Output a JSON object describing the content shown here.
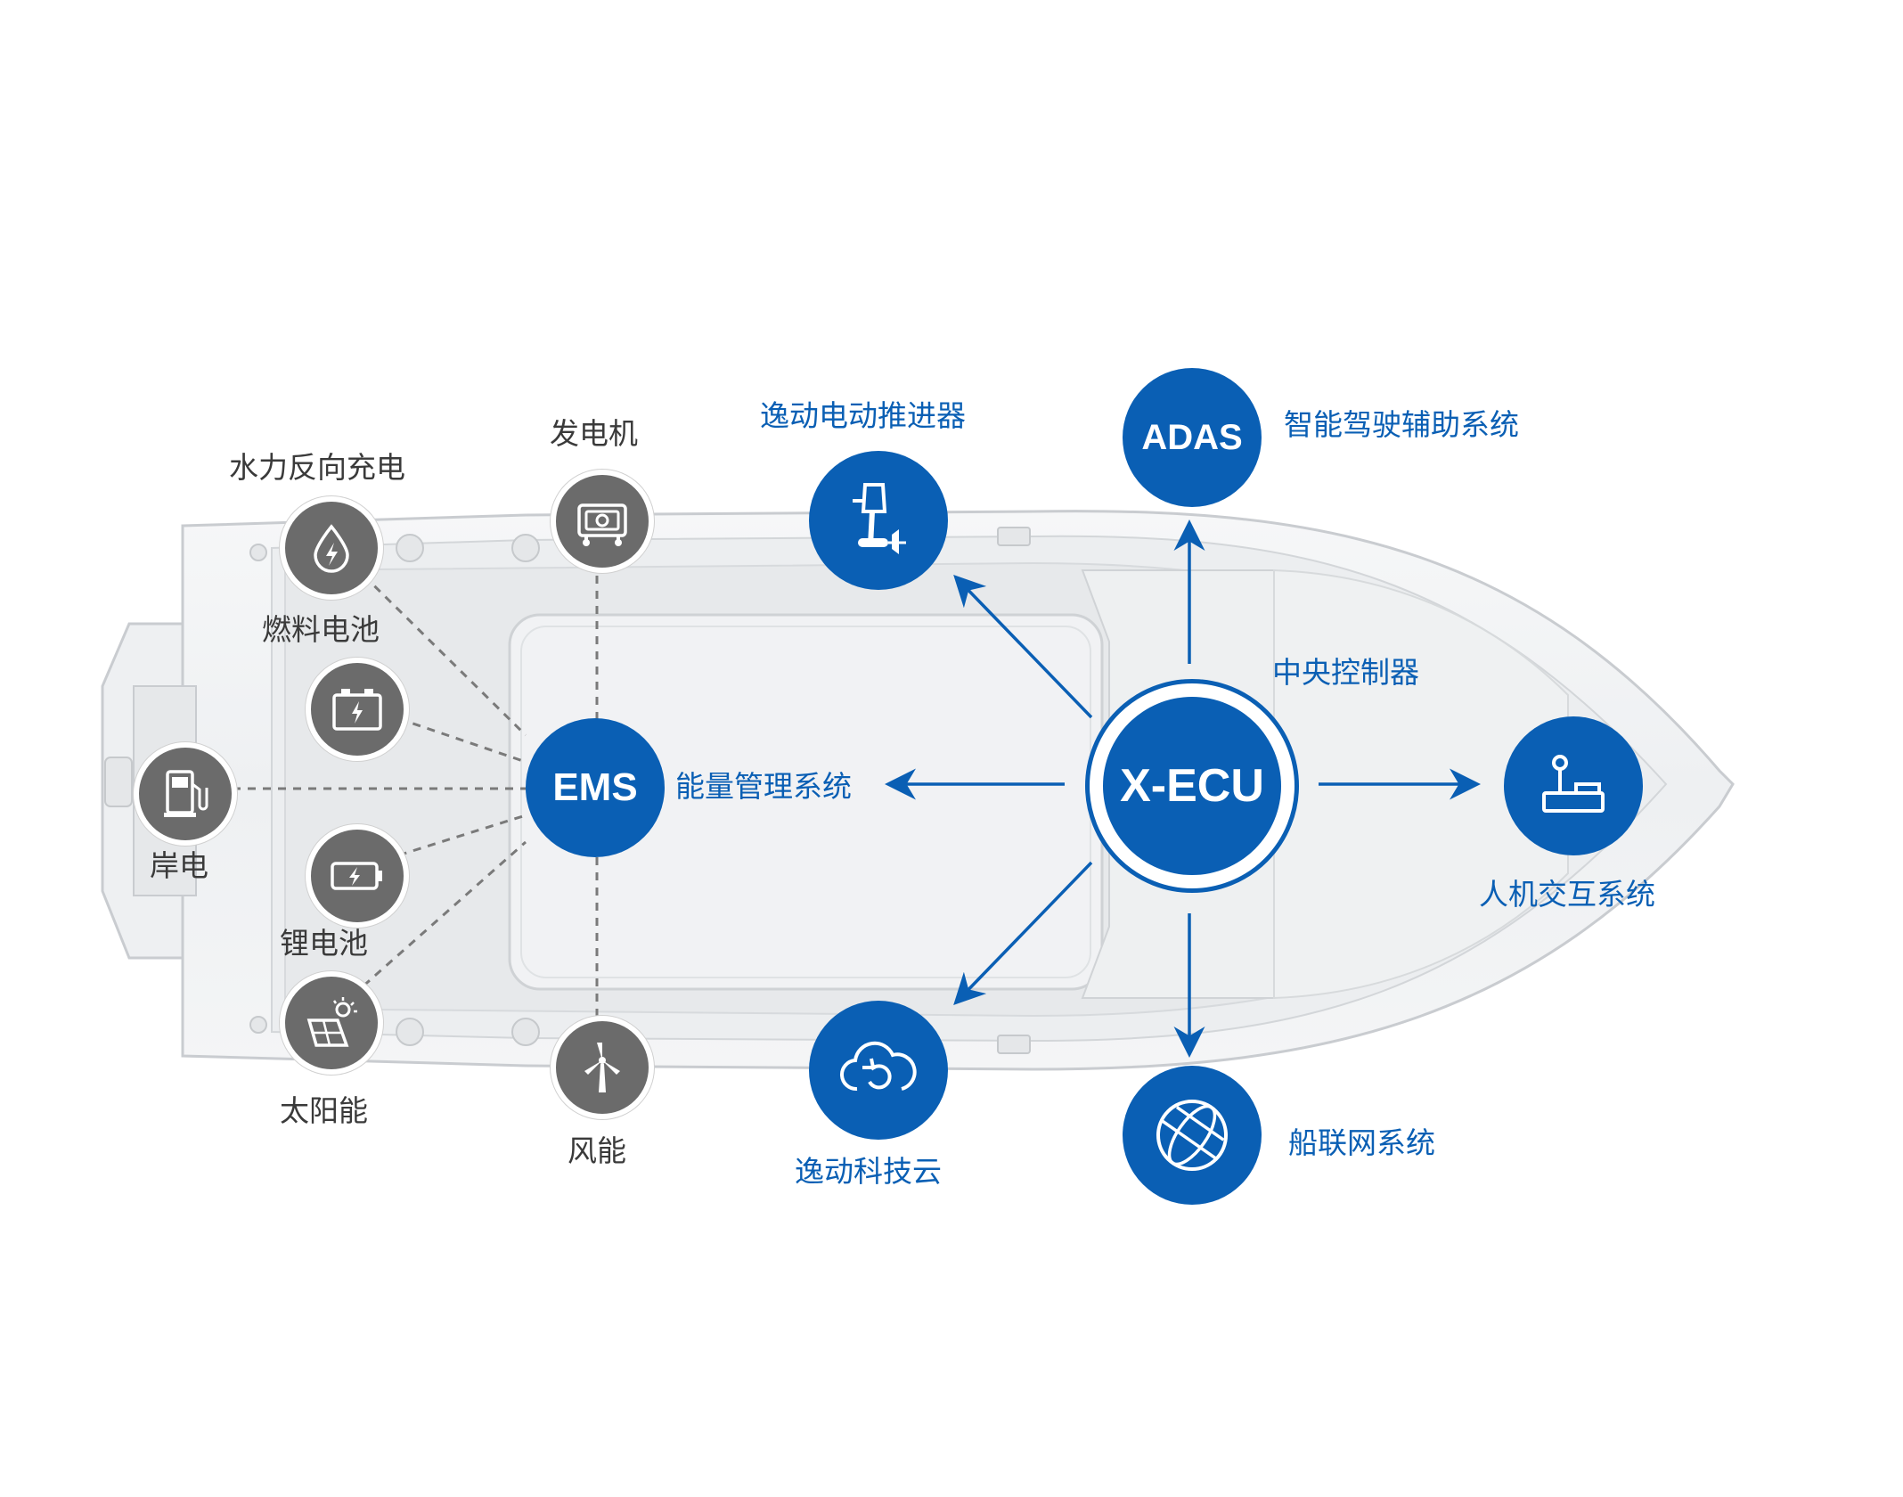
{
  "colors": {
    "primary_blue": "#0a5fb4",
    "node_gray": "#6b6b6b",
    "hull": "#f3f4f5",
    "deck": "#e9ebed",
    "text_gray": "#3a3a3a"
  },
  "sources": [
    {
      "id": "hydro",
      "label": "水力反向充电",
      "icon": "water-drop-bolt-icon"
    },
    {
      "id": "generator",
      "label": "发电机",
      "icon": "generator-icon"
    },
    {
      "id": "fuel_cell",
      "label": "燃料电池",
      "icon": "fuel-cell-battery-icon"
    },
    {
      "id": "shore_power",
      "label": "岸电",
      "icon": "charging-station-icon"
    },
    {
      "id": "lithium",
      "label": "锂电池",
      "icon": "lithium-battery-icon"
    },
    {
      "id": "solar",
      "label": "太阳能",
      "icon": "solar-panel-icon"
    },
    {
      "id": "wind",
      "label": "风能",
      "icon": "wind-turbine-icon"
    }
  ],
  "ems": {
    "title": "EMS",
    "label": "能量管理系统"
  },
  "ecu": {
    "title": "X-ECU",
    "label": "中央控制器"
  },
  "modules": [
    {
      "id": "propulsion",
      "label": "逸动电动推进器",
      "icon": "outboard-motor-icon"
    },
    {
      "id": "adas",
      "title": "ADAS",
      "label": "智能驾驶辅助系统"
    },
    {
      "id": "hmi",
      "label": "人机交互系统",
      "icon": "joystick-icon"
    },
    {
      "id": "cloud",
      "label": "逸动科技云",
      "icon": "cloud-sync-icon"
    },
    {
      "id": "iot",
      "label": "船联网系统",
      "icon": "globe-icon"
    }
  ]
}
